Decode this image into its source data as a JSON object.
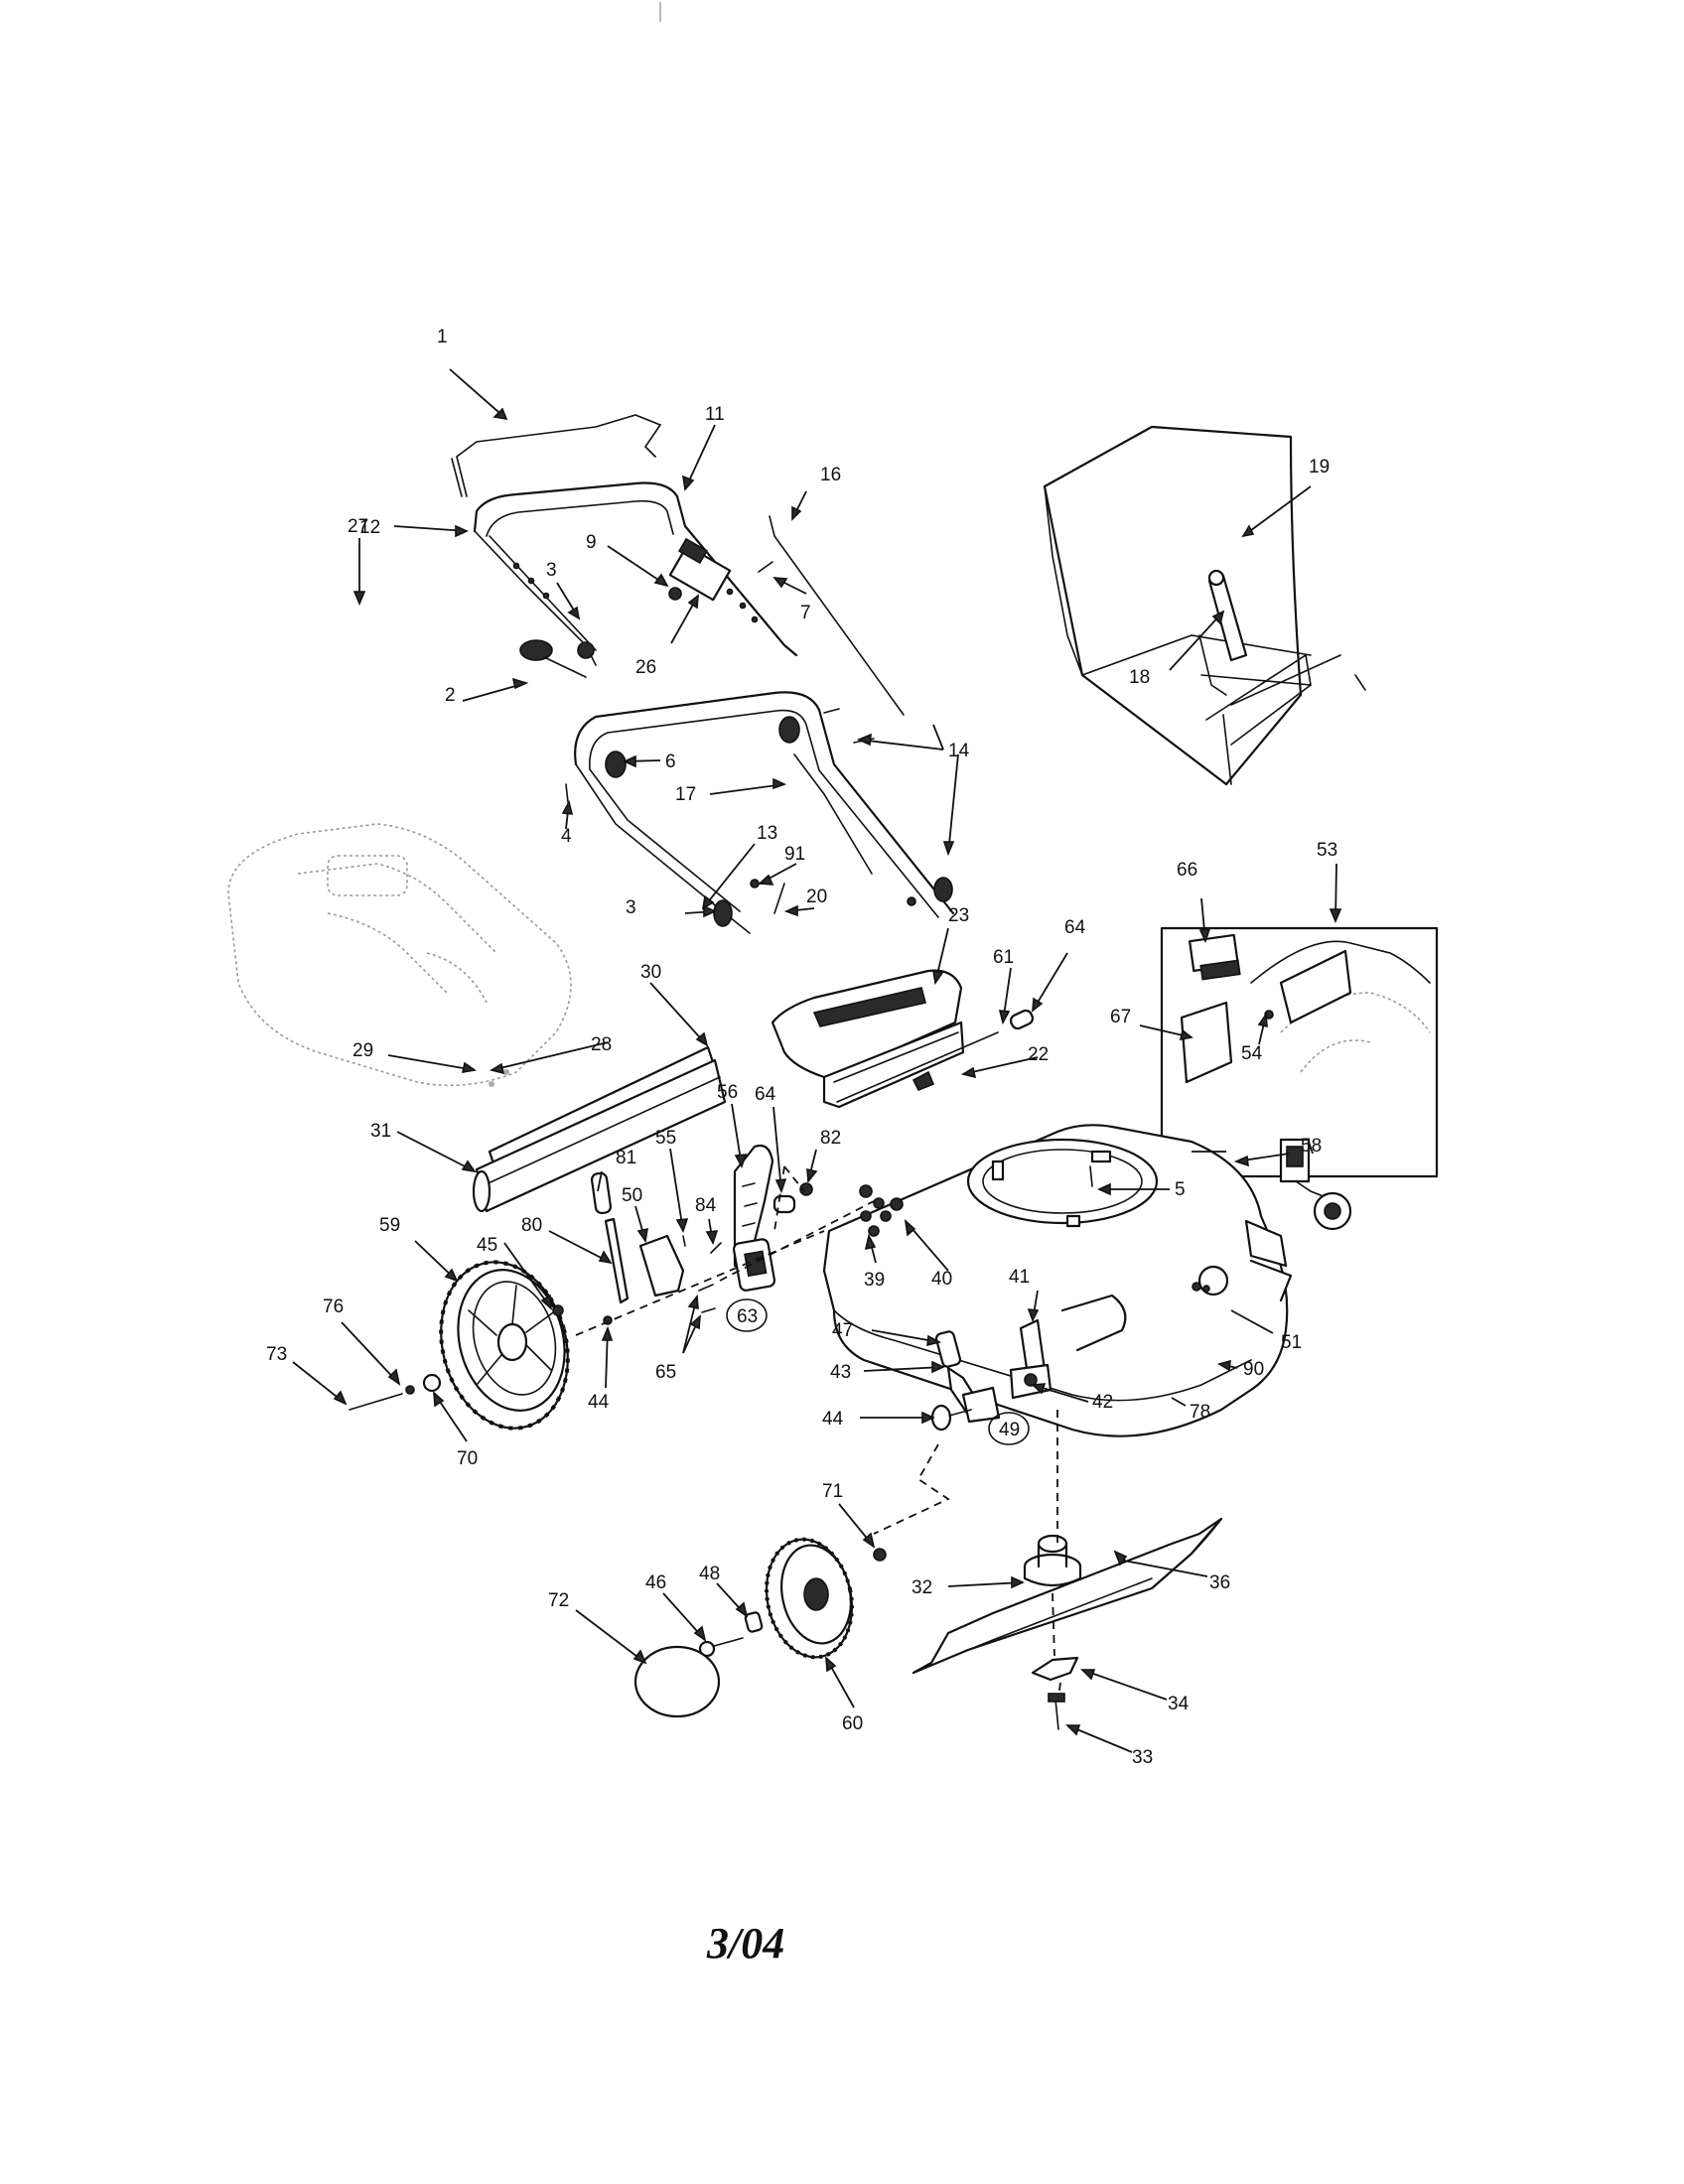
{
  "callouts": [
    {
      "id": "c1",
      "text": "1"
    },
    {
      "id": "c2",
      "text": "2"
    },
    {
      "id": "c3a",
      "text": "3"
    },
    {
      "id": "c3b",
      "text": "3"
    },
    {
      "id": "c4",
      "text": "4"
    },
    {
      "id": "c5",
      "text": "5"
    },
    {
      "id": "c6",
      "text": "6"
    },
    {
      "id": "c7",
      "text": "7"
    },
    {
      "id": "c9",
      "text": "9"
    },
    {
      "id": "c11",
      "text": "11"
    },
    {
      "id": "c12",
      "text": "12"
    },
    {
      "id": "c13",
      "text": "13"
    },
    {
      "id": "c14",
      "text": "14"
    },
    {
      "id": "c16",
      "text": "16"
    },
    {
      "id": "c17",
      "text": "17"
    },
    {
      "id": "c18",
      "text": "18"
    },
    {
      "id": "c19",
      "text": "19"
    },
    {
      "id": "c20",
      "text": "20"
    },
    {
      "id": "c22",
      "text": "22"
    },
    {
      "id": "c23",
      "text": "23"
    },
    {
      "id": "c26",
      "text": "26"
    },
    {
      "id": "c27",
      "text": "27"
    },
    {
      "id": "c28",
      "text": "28"
    },
    {
      "id": "c29",
      "text": "29"
    },
    {
      "id": "c30",
      "text": "30"
    },
    {
      "id": "c31",
      "text": "31"
    },
    {
      "id": "c32",
      "text": "32"
    },
    {
      "id": "c33",
      "text": "33"
    },
    {
      "id": "c34",
      "text": "34"
    },
    {
      "id": "c36",
      "text": "36"
    },
    {
      "id": "c39",
      "text": "39"
    },
    {
      "id": "c40",
      "text": "40"
    },
    {
      "id": "c41",
      "text": "41"
    },
    {
      "id": "c42",
      "text": "42"
    },
    {
      "id": "c43",
      "text": "43"
    },
    {
      "id": "c44a",
      "text": "44"
    },
    {
      "id": "c44b",
      "text": "44"
    },
    {
      "id": "c45",
      "text": "45"
    },
    {
      "id": "c46",
      "text": "46"
    },
    {
      "id": "c47",
      "text": "47"
    },
    {
      "id": "c48",
      "text": "48"
    },
    {
      "id": "c49",
      "text": "49"
    },
    {
      "id": "c50",
      "text": "50"
    },
    {
      "id": "c51",
      "text": "51"
    },
    {
      "id": "c53",
      "text": "53"
    },
    {
      "id": "c54",
      "text": "54"
    },
    {
      "id": "c55",
      "text": "55"
    },
    {
      "id": "c56",
      "text": "56"
    },
    {
      "id": "c58",
      "text": "58"
    },
    {
      "id": "c59",
      "text": "59"
    },
    {
      "id": "c60",
      "text": "60"
    },
    {
      "id": "c61",
      "text": "61"
    },
    {
      "id": "c63",
      "text": "63"
    },
    {
      "id": "c64a",
      "text": "64"
    },
    {
      "id": "c64b",
      "text": "64"
    },
    {
      "id": "c65",
      "text": "65"
    },
    {
      "id": "c66",
      "text": "66"
    },
    {
      "id": "c67",
      "text": "67"
    },
    {
      "id": "c70",
      "text": "70"
    },
    {
      "id": "c71",
      "text": "71"
    },
    {
      "id": "c72",
      "text": "72"
    },
    {
      "id": "c73",
      "text": "73"
    },
    {
      "id": "c76",
      "text": "76"
    },
    {
      "id": "c78",
      "text": "78"
    },
    {
      "id": "c80",
      "text": "80"
    },
    {
      "id": "c81",
      "text": "81"
    },
    {
      "id": "c82",
      "text": "82"
    },
    {
      "id": "c84",
      "text": "84"
    },
    {
      "id": "c90",
      "text": "90"
    },
    {
      "id": "c91",
      "text": "91"
    }
  ],
  "footer": {
    "date_code": "3/04"
  }
}
